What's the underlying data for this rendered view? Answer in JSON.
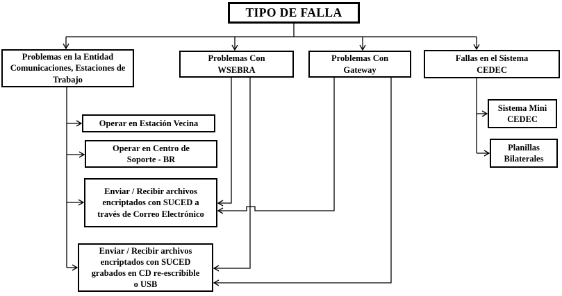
{
  "diagram": {
    "type": "flowchart",
    "title": "TIPO DE FALLA",
    "colors": {
      "background": "#ffffff",
      "line": "#000000",
      "box_border": "#000000",
      "box_fill": "#ffffff",
      "text": "#000000"
    },
    "nodes": {
      "root": {
        "label": "TIPO DE FALLA"
      },
      "entidad": {
        "label": "Problemas en la Entidad Comunicaciones, Estaciones de Trabajo"
      },
      "wsebra": {
        "label": "Problemas Con WSEBRA"
      },
      "gateway": {
        "label": "Problemas Con Gateway"
      },
      "cedec": {
        "label": "Fallas en el Sistema CEDEC"
      },
      "estacion_vecina": {
        "label": "Operar en Estación Vecina"
      },
      "soporte_br": {
        "label": "Operar en Centro de Soporte - BR"
      },
      "correo": {
        "label": "Enviar / Recibir archivos encriptados con SUCED a través de Correo Electrónico"
      },
      "cd_usb": {
        "label": "Enviar / Recibir archivos encriptados con SUCED grabados en CD re-escribible o USB"
      },
      "mini_cedec": {
        "label": "Sistema Mini CEDEC"
      },
      "planillas": {
        "label": "Planillas Bilaterales"
      }
    },
    "edges": [
      {
        "from": "root",
        "to": "entidad"
      },
      {
        "from": "root",
        "to": "wsebra"
      },
      {
        "from": "root",
        "to": "gateway"
      },
      {
        "from": "root",
        "to": "cedec"
      },
      {
        "from": "entidad",
        "to": "estacion_vecina"
      },
      {
        "from": "entidad",
        "to": "soporte_br"
      },
      {
        "from": "entidad",
        "to": "correo"
      },
      {
        "from": "entidad",
        "to": "cd_usb"
      },
      {
        "from": "wsebra",
        "to": "correo"
      },
      {
        "from": "wsebra",
        "to": "cd_usb"
      },
      {
        "from": "gateway",
        "to": "correo"
      },
      {
        "from": "gateway",
        "to": "cd_usb"
      },
      {
        "from": "cedec",
        "to": "mini_cedec"
      },
      {
        "from": "cedec",
        "to": "planillas"
      }
    ]
  }
}
